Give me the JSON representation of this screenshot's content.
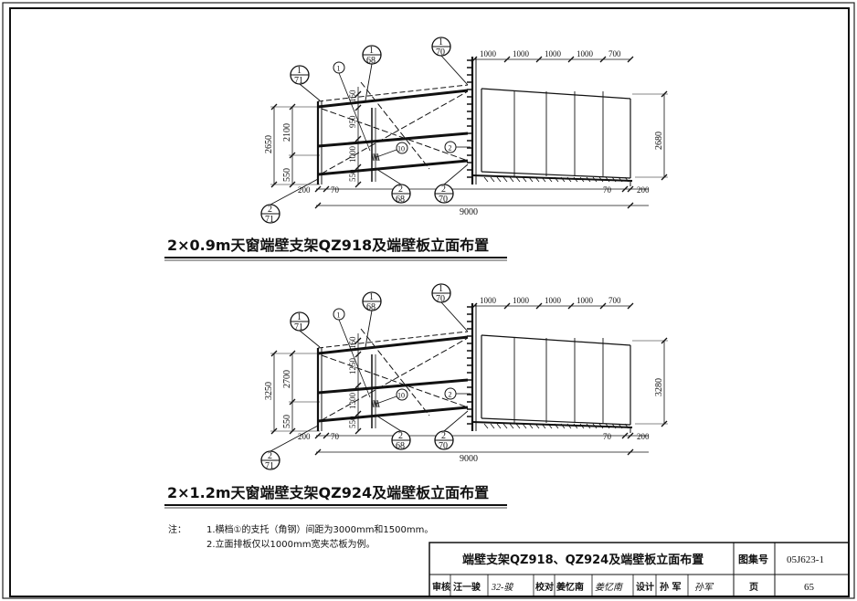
{
  "drawing1": {
    "title": "2×0.9m天窗端壁支架QZ918及端壁板立面布置",
    "top_dims": [
      "1000",
      "1000",
      "1000",
      "1000",
      "700"
    ],
    "left_dims": [
      "2650",
      "2100",
      "550"
    ],
    "inner_dims": [
      "150",
      "950",
      "1000",
      "550"
    ],
    "right_dim": "2680",
    "bottom_dims": [
      "200",
      "70",
      "9000",
      "70",
      "200"
    ],
    "callouts": [
      {
        "num": "1",
        "den": "71"
      },
      {
        "num": "1",
        "den": "68"
      },
      {
        "num": "1",
        "den": "70"
      },
      {
        "num": "2",
        "den": "68"
      },
      {
        "num": "2",
        "den": "70"
      },
      {
        "num": "2",
        "den": "71"
      }
    ],
    "markers": [
      "1",
      "10",
      "2"
    ]
  },
  "drawing2": {
    "title": "2×1.2m天窗端壁支架QZ924及端壁板立面布置",
    "top_dims": [
      "1000",
      "1000",
      "1000",
      "1000",
      "700"
    ],
    "left_dims": [
      "3250",
      "2700",
      "550"
    ],
    "inner_dims": [
      "150",
      "1250",
      "1300",
      "550"
    ],
    "right_dim": "3280",
    "bottom_dims": [
      "200",
      "70",
      "9000",
      "70",
      "200"
    ],
    "callouts": [
      {
        "num": "1",
        "den": "71"
      },
      {
        "num": "1",
        "den": "68"
      },
      {
        "num": "1",
        "den": "70"
      },
      {
        "num": "2",
        "den": "68"
      },
      {
        "num": "2",
        "den": "70"
      },
      {
        "num": "2",
        "den": "71"
      }
    ],
    "markers": [
      "1",
      "10",
      "2"
    ]
  },
  "notes": {
    "label": "注：",
    "items": [
      "1.横档①的支托（角钢）间距为3000mm和1500mm。",
      "2.立面排板仅以1000mm宽夹芯板为例。"
    ]
  },
  "title_block": {
    "drawing_title": "端壁支架QZ918、QZ924及端壁板立面布置",
    "atlas_label": "图集号",
    "atlas_no": "05J623-1",
    "review_label": "审核",
    "reviewer": "汪一骏",
    "review_sign": "32-骏",
    "check_label": "校对",
    "checker": "姜忆南",
    "check_sign": "姜忆南",
    "design_label": "设计",
    "designer": "孙 军",
    "design_sign": "孙军",
    "page_label": "页",
    "page_no": "65"
  }
}
